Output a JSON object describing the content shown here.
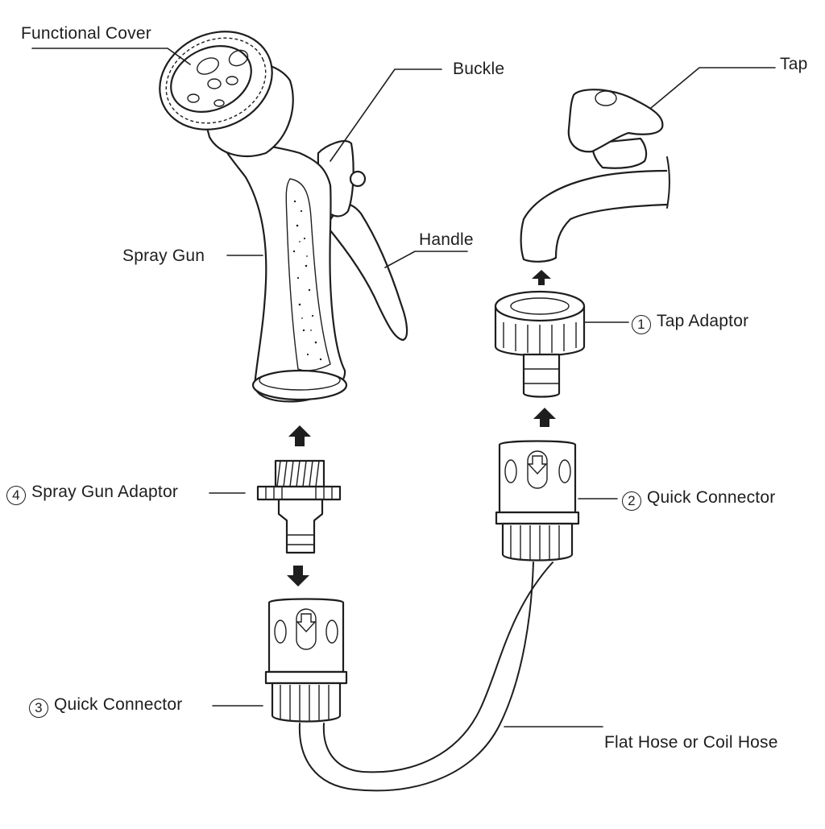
{
  "labels": {
    "functional_cover": "Functional Cover",
    "buckle": "Buckle",
    "tap": "Tap",
    "spray_gun": "Spray Gun",
    "handle": "Handle",
    "tap_adaptor": "Tap Adaptor",
    "quick_connector_2": "Quick Connector",
    "spray_gun_adaptor": "Spray Gun Adaptor",
    "quick_connector_3": "Quick Connector",
    "hose": "Flat Hose or Coil Hose"
  },
  "numbers": {
    "tap_adaptor": "1",
    "quick_connector_2": "2",
    "quick_connector_3": "3",
    "spray_gun_adaptor": "4"
  },
  "colors": {
    "ink": "#1e1e1e",
    "paper": "#ffffff"
  }
}
